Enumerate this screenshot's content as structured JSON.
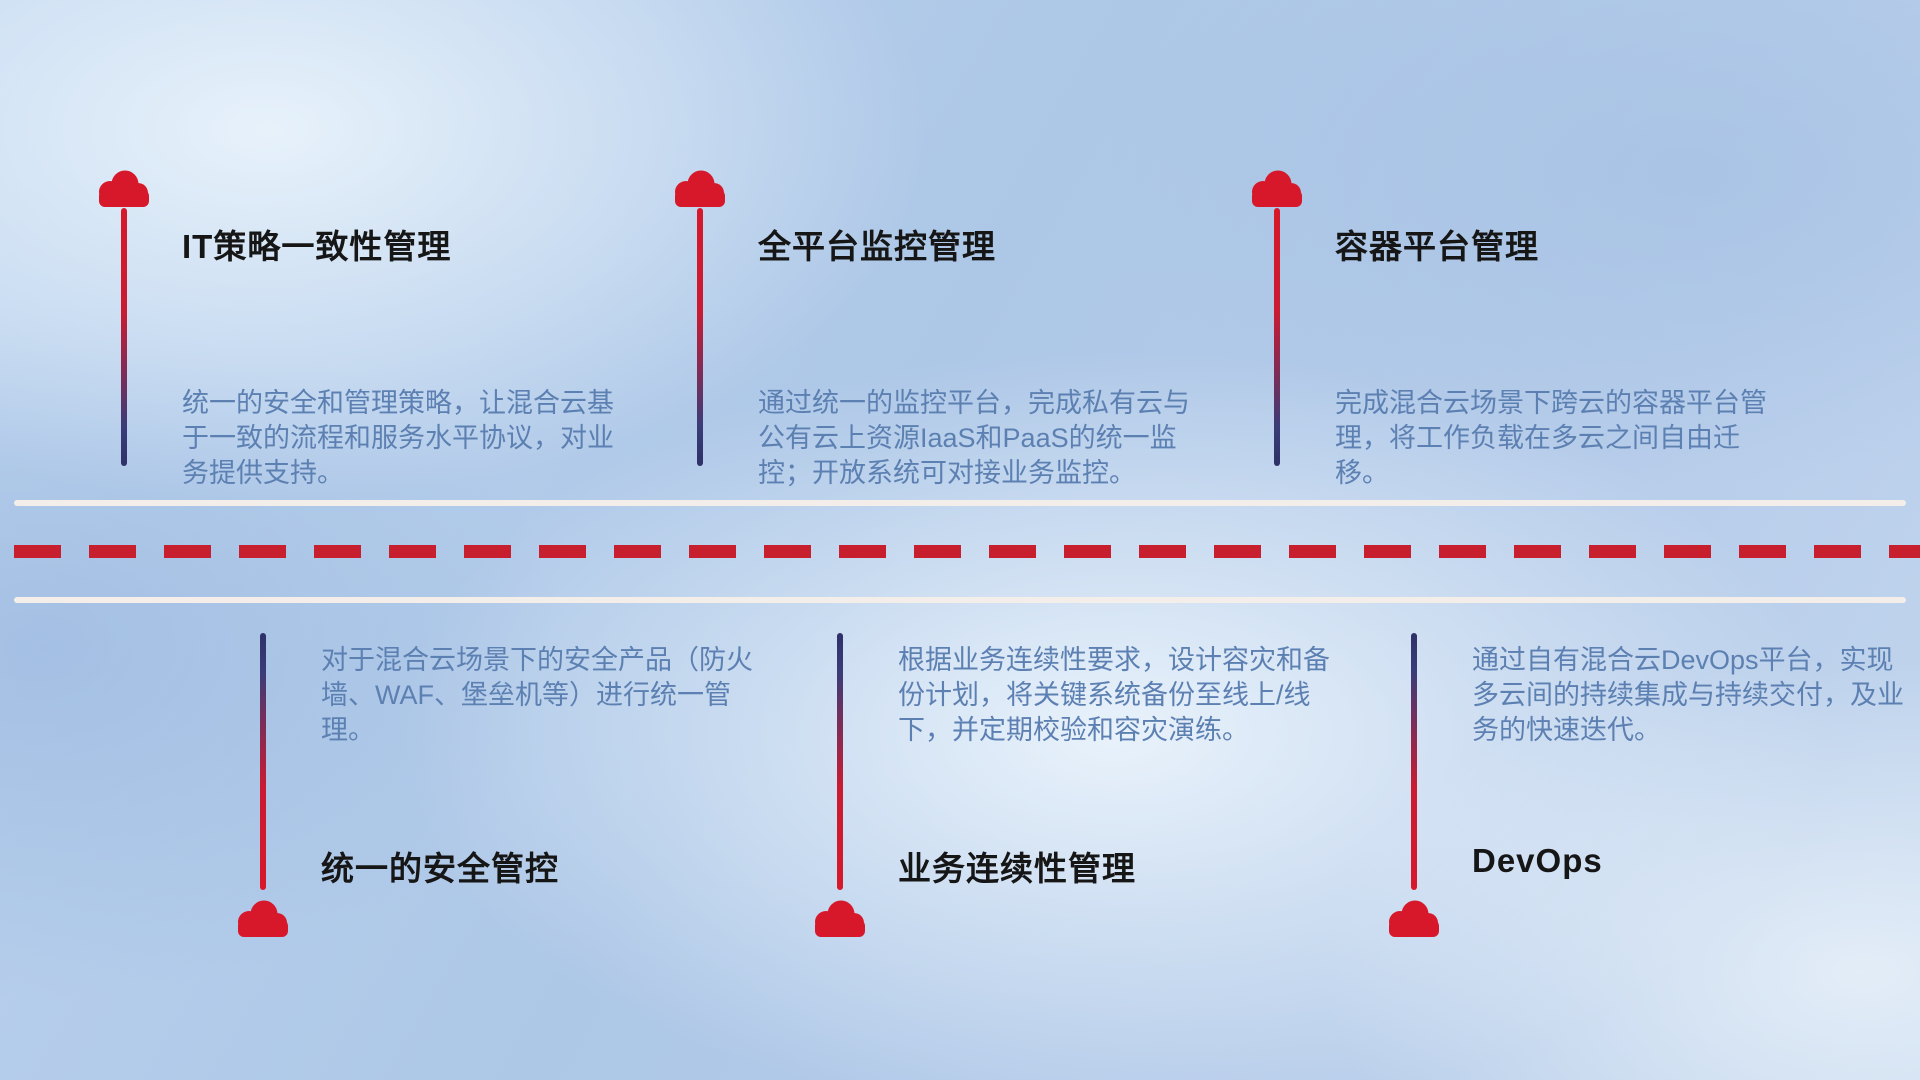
{
  "top_items": [
    {
      "title": "IT策略一致性管理",
      "description": "统一的安全和管理策略，让混合云基于一致的流程和服务水平协议，对业务提供支持。"
    },
    {
      "title": "全平台监控管理",
      "description": "通过统一的监控平台，完成私有云与公有云上资源IaaS和PaaS的统一监控；开放系统可对接业务监控。"
    },
    {
      "title": "容器平台管理",
      "description": "完成混合云场景下跨云的容器平台管理，将工作负载在多云之间自由迁移。"
    }
  ],
  "bottom_items": [
    {
      "title": "统一的安全管控",
      "description": "对于混合云场景下的安全产品（防火墙、WAF、堡垒机等）进行统一管理。"
    },
    {
      "title": "业务连续性管理",
      "description": "根据业务连续性要求，设计容灾和备份计划，将关键系统备份至线上/线下，并定期校验和容灾演练。"
    },
    {
      "title": "DevOps",
      "description": "通过自有混合云DevOps平台，实现多云间的持续集成与持续交付，及业务的快速迭代。"
    }
  ],
  "icons": {
    "cloud": "cloud-icon"
  },
  "colors": {
    "cloud_red": "#d7182a",
    "pole_navy": "#2e3168",
    "dash_red": "#c81f2e",
    "road_line_white": "#f3eee9",
    "title_text": "#161616",
    "description_text": "#5d80b2",
    "background_blue": "#b3cbe9"
  }
}
